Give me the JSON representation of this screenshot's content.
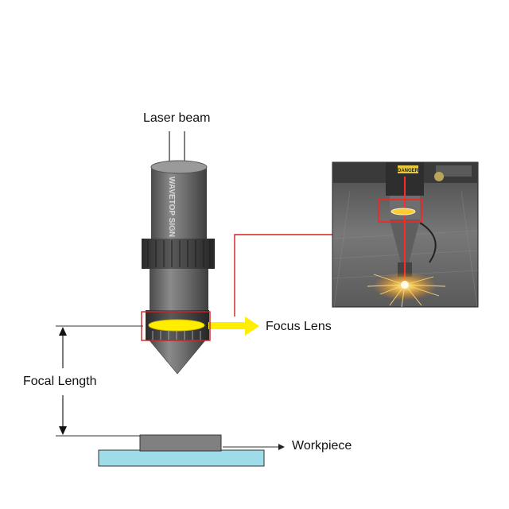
{
  "labels": {
    "laser_beam": "Laser beam",
    "focus_lens": "Focus Lens",
    "focal_length": "Focal Length",
    "workpiece": "Workpiece",
    "nozzle_brand": "WAVETOP SIGN",
    "warning_tag": "DANGER"
  },
  "colors": {
    "nozzle_body": "#6f6f6f",
    "nozzle_dark": "#3a3a3a",
    "lens": "#ffee00",
    "callout": "#d42020",
    "arrow": "#ffee00",
    "workpiece_top": "#808080",
    "workpiece_base": "#9fdcea",
    "beam_red": "#ff2a2a"
  }
}
